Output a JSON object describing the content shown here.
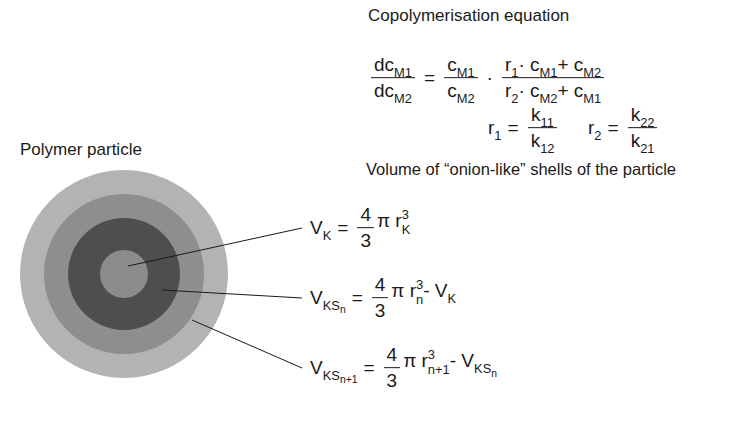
{
  "diagram": {
    "labels": [
      "Polymer particle",
      "Copolymerisation equation",
      "dc",
      "M1",
      "dc",
      "M2",
      "=",
      "c",
      "M1",
      "c",
      "M2",
      "·",
      "r",
      "1",
      "· c",
      "M1",
      "+ c",
      "M2",
      "r",
      "2",
      "· c",
      "M2",
      "+ c",
      "M1",
      "r",
      "1",
      "=",
      "k",
      "11",
      "k",
      "12",
      "r",
      "2",
      "=",
      "k",
      "22",
      "k",
      "21",
      "Volume of “onion-like” shells of the particle",
      "V",
      "K",
      "=",
      "4",
      "3",
      "π r",
      "3",
      "K",
      "V",
      "KS",
      "n",
      "=",
      "4",
      "3",
      "π r",
      "3",
      "n",
      "- V",
      "K",
      "V",
      "KS",
      "n+1",
      "=",
      "4",
      "3",
      "π r",
      "3",
      "n+1",
      "- V",
      "KS",
      "n"
    ]
  }
}
